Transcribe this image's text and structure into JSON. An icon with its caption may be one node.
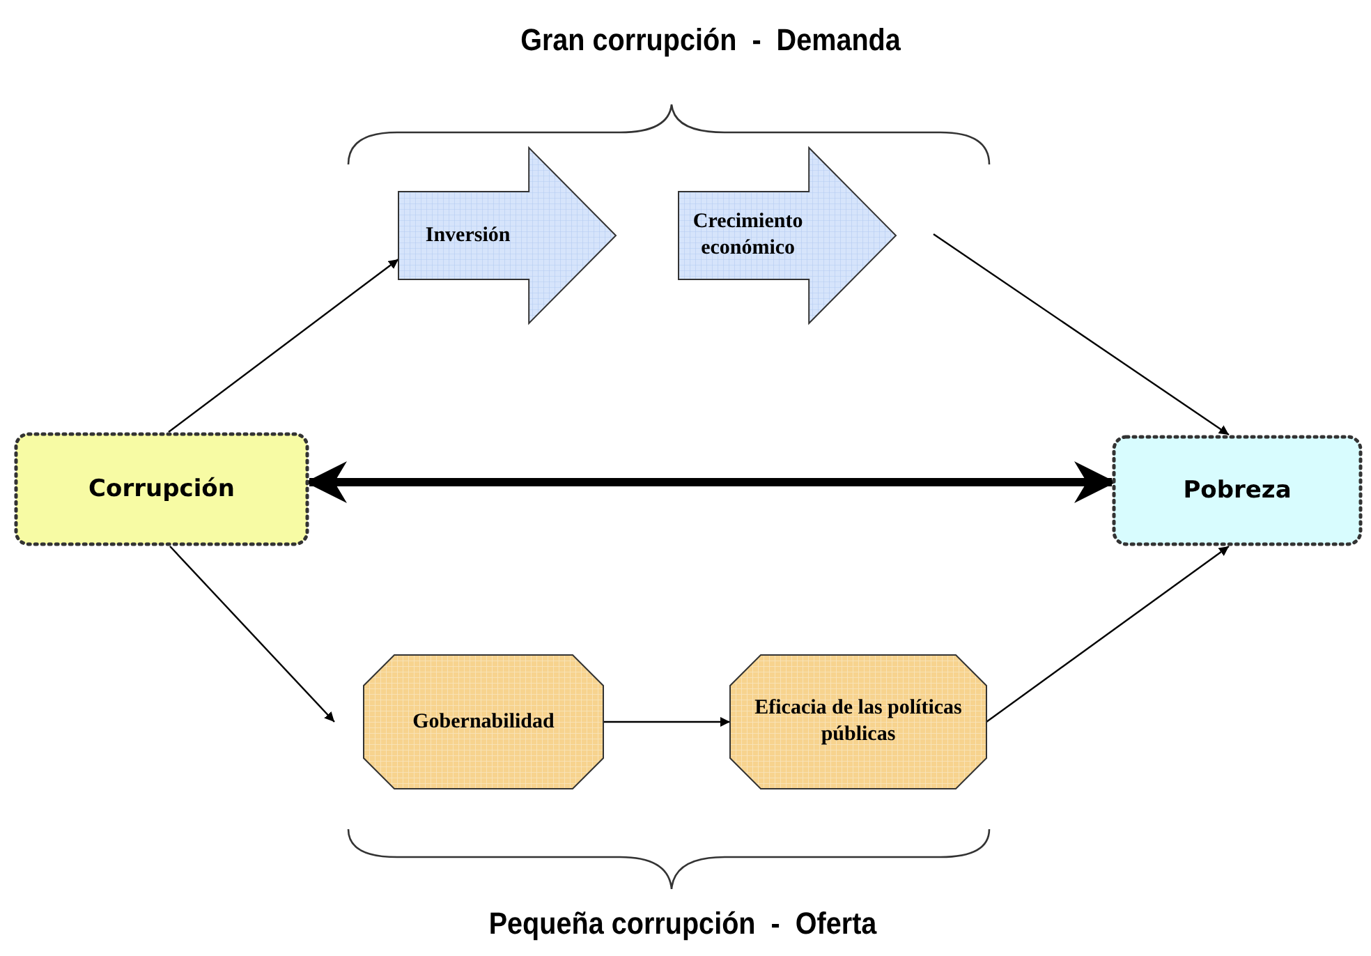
{
  "diagram": {
    "nodes": [
      {
        "text": [
          "Corrupción"
        ]
      },
      {
        "text": [
          "Inversión"
        ]
      },
      {
        "text": [
          "Crecimiento económico"
        ]
      },
      {
        "text": [
          "Pobreza"
        ]
      },
      {
        "text": [
          "Gobernabilidad"
        ]
      },
      {
        "text": [
          "Eficacia de las políticas públicas"
        ]
      }
    ],
    "edges": [
      {
        "from": 0,
        "to": 1,
        "arrow": "to"
      },
      {
        "from": 2,
        "to": 3,
        "arrow": "to"
      },
      {
        "from": 0,
        "to": 3,
        "arrow": "both",
        "style": "thick"
      },
      {
        "from": 0,
        "to": 4,
        "arrow": "to"
      },
      {
        "from": 4,
        "to": 5,
        "arrow": "to"
      },
      {
        "from": 5,
        "to": 3,
        "arrow": "to"
      }
    ],
    "labels": [
      "Gran corrupción  -  Demanda",
      "Pequeña corrupción  -  Oferta"
    ]
  }
}
